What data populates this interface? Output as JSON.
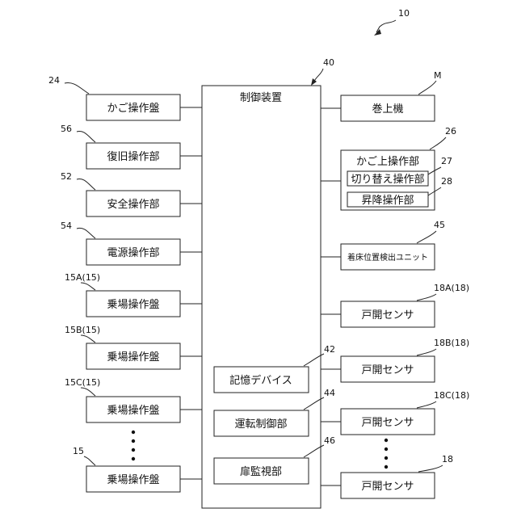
{
  "figure_ref": "10",
  "controller": {
    "label": "制御装置",
    "ref": "40"
  },
  "left": [
    {
      "label": "かご操作盤",
      "ref": "24"
    },
    {
      "label": "復旧操作部",
      "ref": "56"
    },
    {
      "label": "安全操作部",
      "ref": "52"
    },
    {
      "label": "電源操作部",
      "ref": "54"
    },
    {
      "label": "乗場操作盤",
      "ref": "15A(15)"
    },
    {
      "label": "乗場操作盤",
      "ref": "15B(15)"
    },
    {
      "label": "乗場操作盤",
      "ref": "15C(15)"
    },
    {
      "label": "乗場操作盤",
      "ref": "15"
    }
  ],
  "inner": [
    {
      "label": "記憶デバイス",
      "ref": "42"
    },
    {
      "label": "運転制御部",
      "ref": "44"
    },
    {
      "label": "扉監視部",
      "ref": "46"
    }
  ],
  "right": {
    "hoist": {
      "label": "巻上機",
      "ref": "M"
    },
    "car_top": {
      "label": "かご上操作部",
      "ref": "26",
      "switch": {
        "label": "切り替え操作部",
        "ref": "27"
      },
      "updown": {
        "label": "昇降操作部",
        "ref": "28"
      }
    },
    "landing_detector": {
      "label": "着床位置検出ユニット",
      "ref": "45"
    },
    "door_sensors": [
      {
        "label": "戸開センサ",
        "ref": "18A(18)"
      },
      {
        "label": "戸開センサ",
        "ref": "18B(18)"
      },
      {
        "label": "戸開センサ",
        "ref": "18C(18)"
      },
      {
        "label": "戸開センサ",
        "ref": "18"
      }
    ]
  }
}
